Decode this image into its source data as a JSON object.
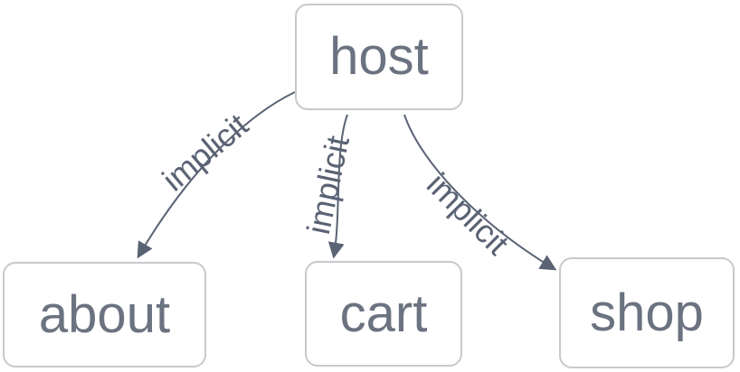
{
  "diagram": {
    "type": "flowchart",
    "direction": "top-down",
    "nodes": [
      {
        "id": "host",
        "label": "host"
      },
      {
        "id": "about",
        "label": "about"
      },
      {
        "id": "cart",
        "label": "cart"
      },
      {
        "id": "shop",
        "label": "shop"
      }
    ],
    "edges": [
      {
        "from": "host",
        "to": "about",
        "label": "implicit",
        "arrow": "filled-triangle"
      },
      {
        "from": "host",
        "to": "cart",
        "label": "implicit",
        "arrow": "filled-triangle"
      },
      {
        "from": "host",
        "to": "shop",
        "label": "implicit",
        "arrow": "filled-triangle"
      }
    ],
    "colors": {
      "node_fill": "#ffffff",
      "node_border": "#c8c9cb",
      "node_text": "#6b7280",
      "edge": "#5a6374",
      "edge_label": "#5a6374",
      "background": "#ffffff"
    }
  }
}
